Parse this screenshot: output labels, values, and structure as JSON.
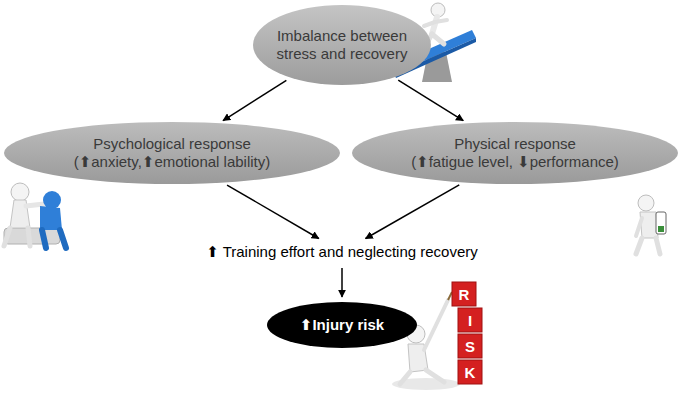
{
  "diagram": {
    "nodes": [
      {
        "text": [
          "Imbalance between stress and recovery"
        ]
      },
      {
        "text": [
          "Psychological response",
          "(⬆anxiety,⬆emotional lability)"
        ]
      },
      {
        "text": [
          "Physical response",
          "(⬆fatigue level, ⬇performance)"
        ]
      },
      {
        "text": [
          "⬆ Training effort and neglecting recovery"
        ]
      },
      {
        "text": [
          "⬆Injury risk"
        ]
      }
    ],
    "edges": [
      {
        "from": 0,
        "to": 1,
        "arrow": "to"
      },
      {
        "from": 0,
        "to": 2,
        "arrow": "to"
      },
      {
        "from": 1,
        "to": 3,
        "arrow": "to"
      },
      {
        "from": 2,
        "to": 3,
        "arrow": "to"
      },
      {
        "from": 3,
        "to": 4,
        "arrow": "to"
      }
    ],
    "labels": [
      "R",
      "I",
      "S",
      "K"
    ]
  }
}
